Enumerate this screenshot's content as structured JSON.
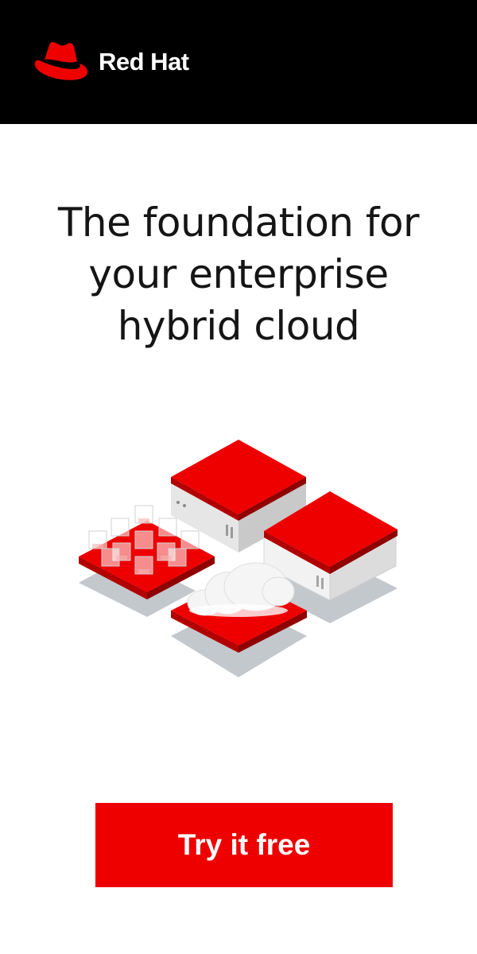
{
  "brand": {
    "name": "Red Hat",
    "logo_icon": "red-hat-fedora-icon",
    "accent_color": "#ee0000",
    "header_bg": "#000000"
  },
  "headline": {
    "lines": [
      "The foundation for",
      "your enterprise",
      "hybrid cloud"
    ]
  },
  "illustration": {
    "icon": "hybrid-cloud-platforms-illustration"
  },
  "cta": {
    "label": "Try it free",
    "bg_color": "#ee0000"
  }
}
